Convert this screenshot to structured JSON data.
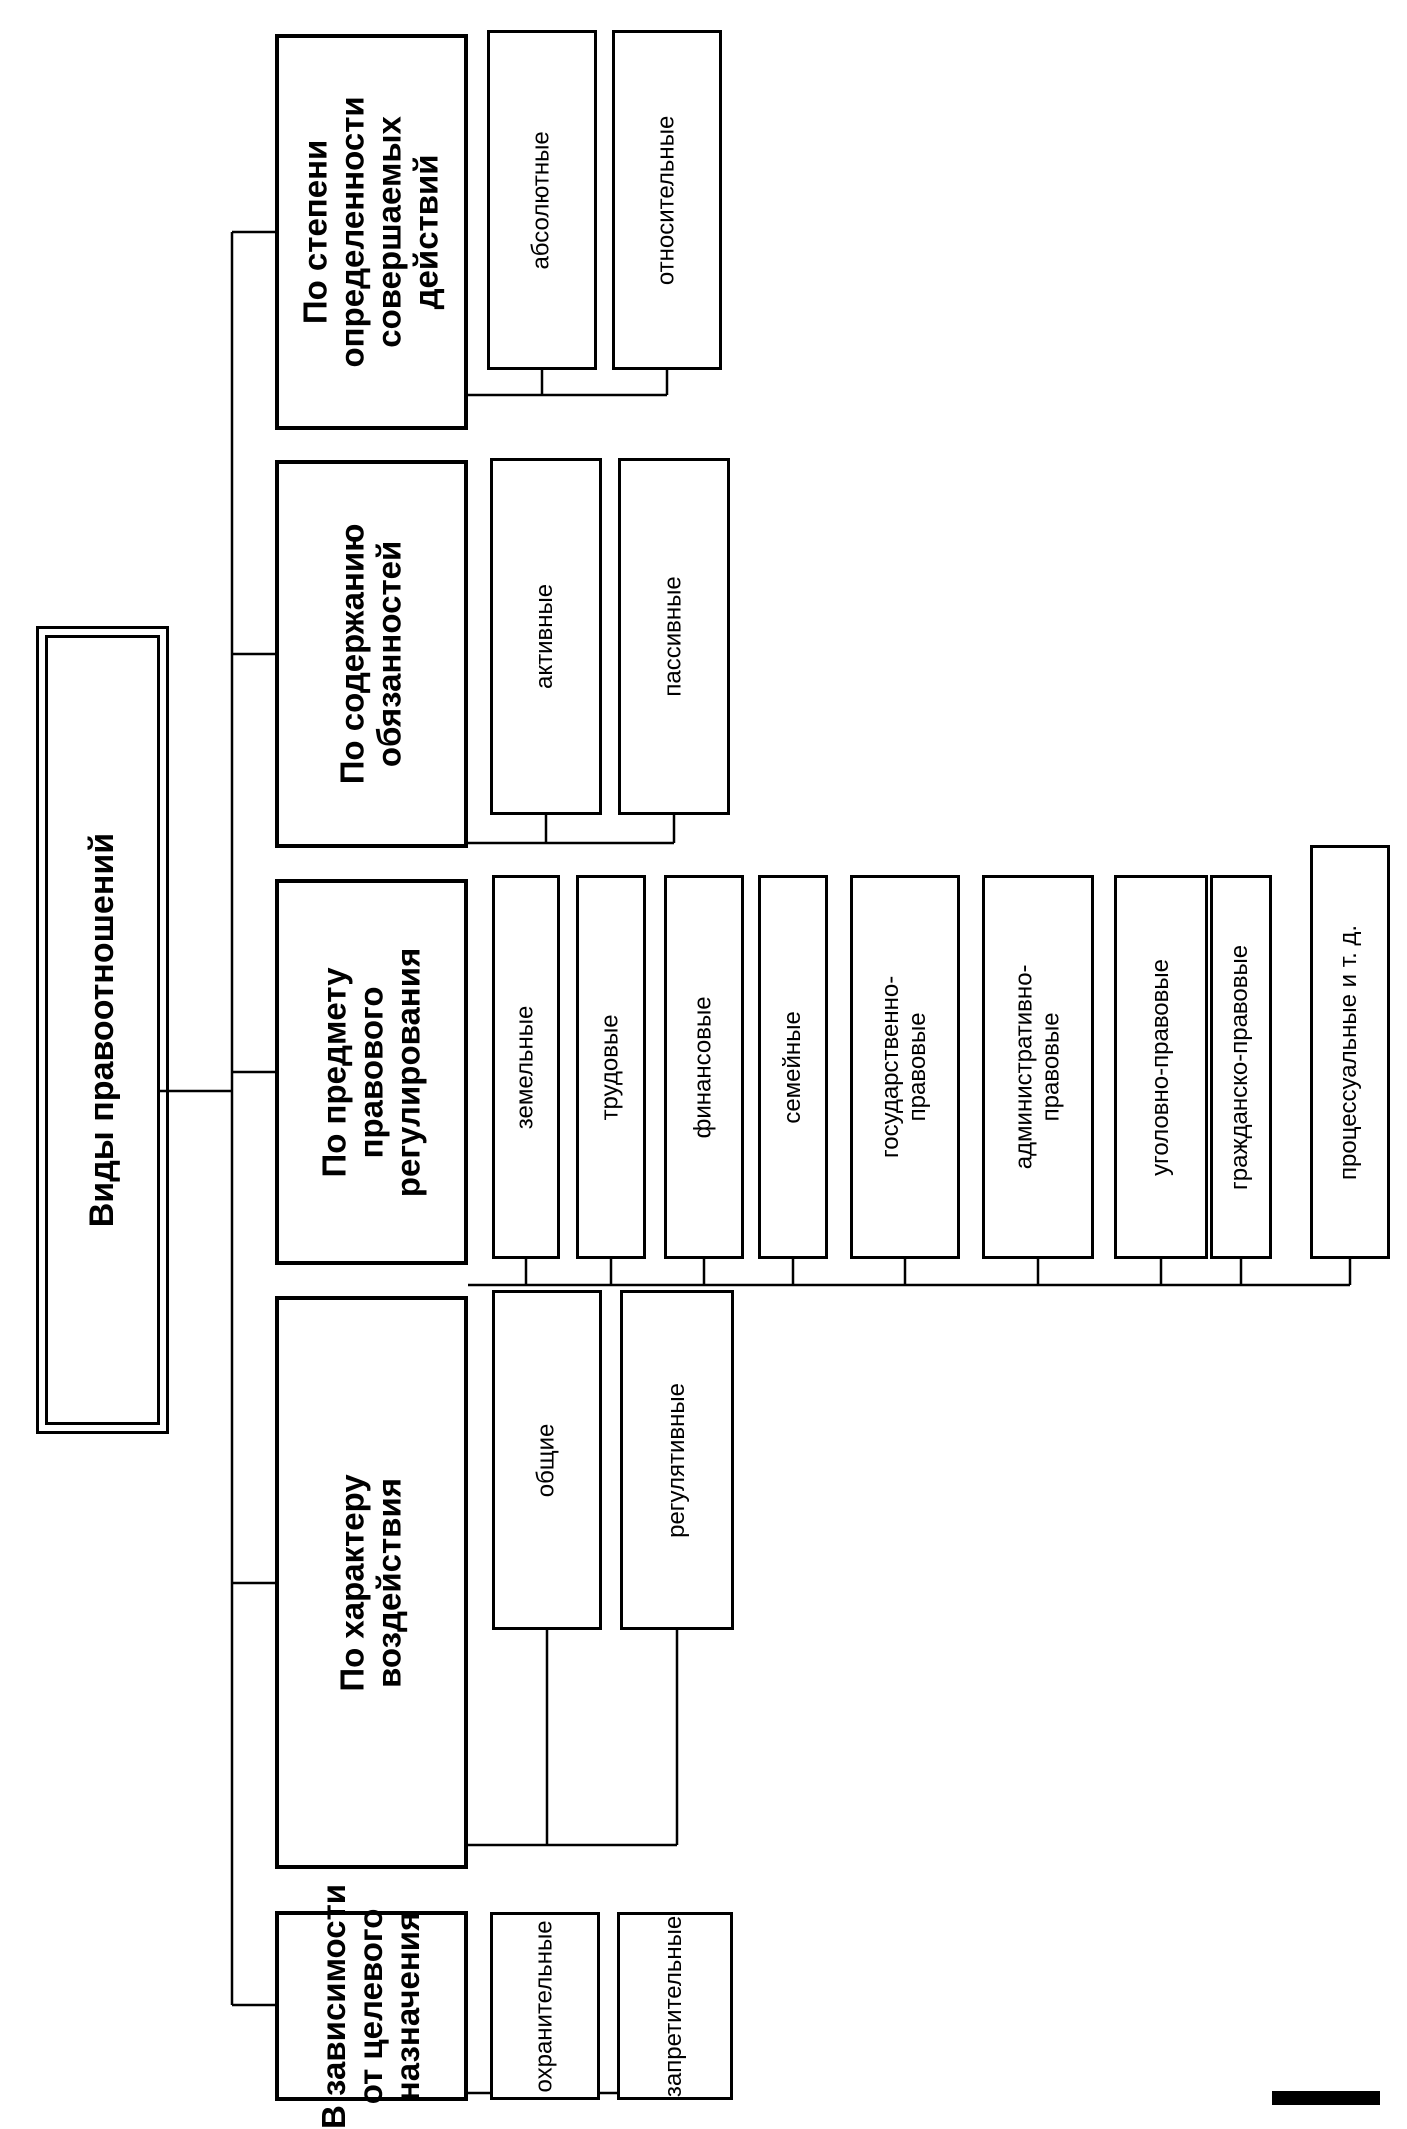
{
  "title": "Виды правоотношений",
  "categories": [
    {
      "label": "В зависимости\nот целевого\nназначения",
      "items": [
        "охранительные",
        "запретительные"
      ]
    },
    {
      "label": "По характеру\nвоздействия",
      "items": [
        "общие",
        "регулятивные"
      ]
    },
    {
      "label": "По предмету\nправового\nрегулирования",
      "items": [
        "земельные",
        "трудовые",
        "финансовые",
        "семейные",
        "государственно-\nправовые",
        "административно-\nправовые",
        "уголовно-правовые",
        "гражданско-правовые",
        "процессуальные и т. д."
      ]
    },
    {
      "label": "По содержанию\nобязанностей",
      "items": [
        "активные",
        "пассивные"
      ]
    },
    {
      "label": "По степени\nопределенности\nсовершаемых\nдействий",
      "items": [
        "абсолютные",
        "относительные"
      ]
    }
  ]
}
